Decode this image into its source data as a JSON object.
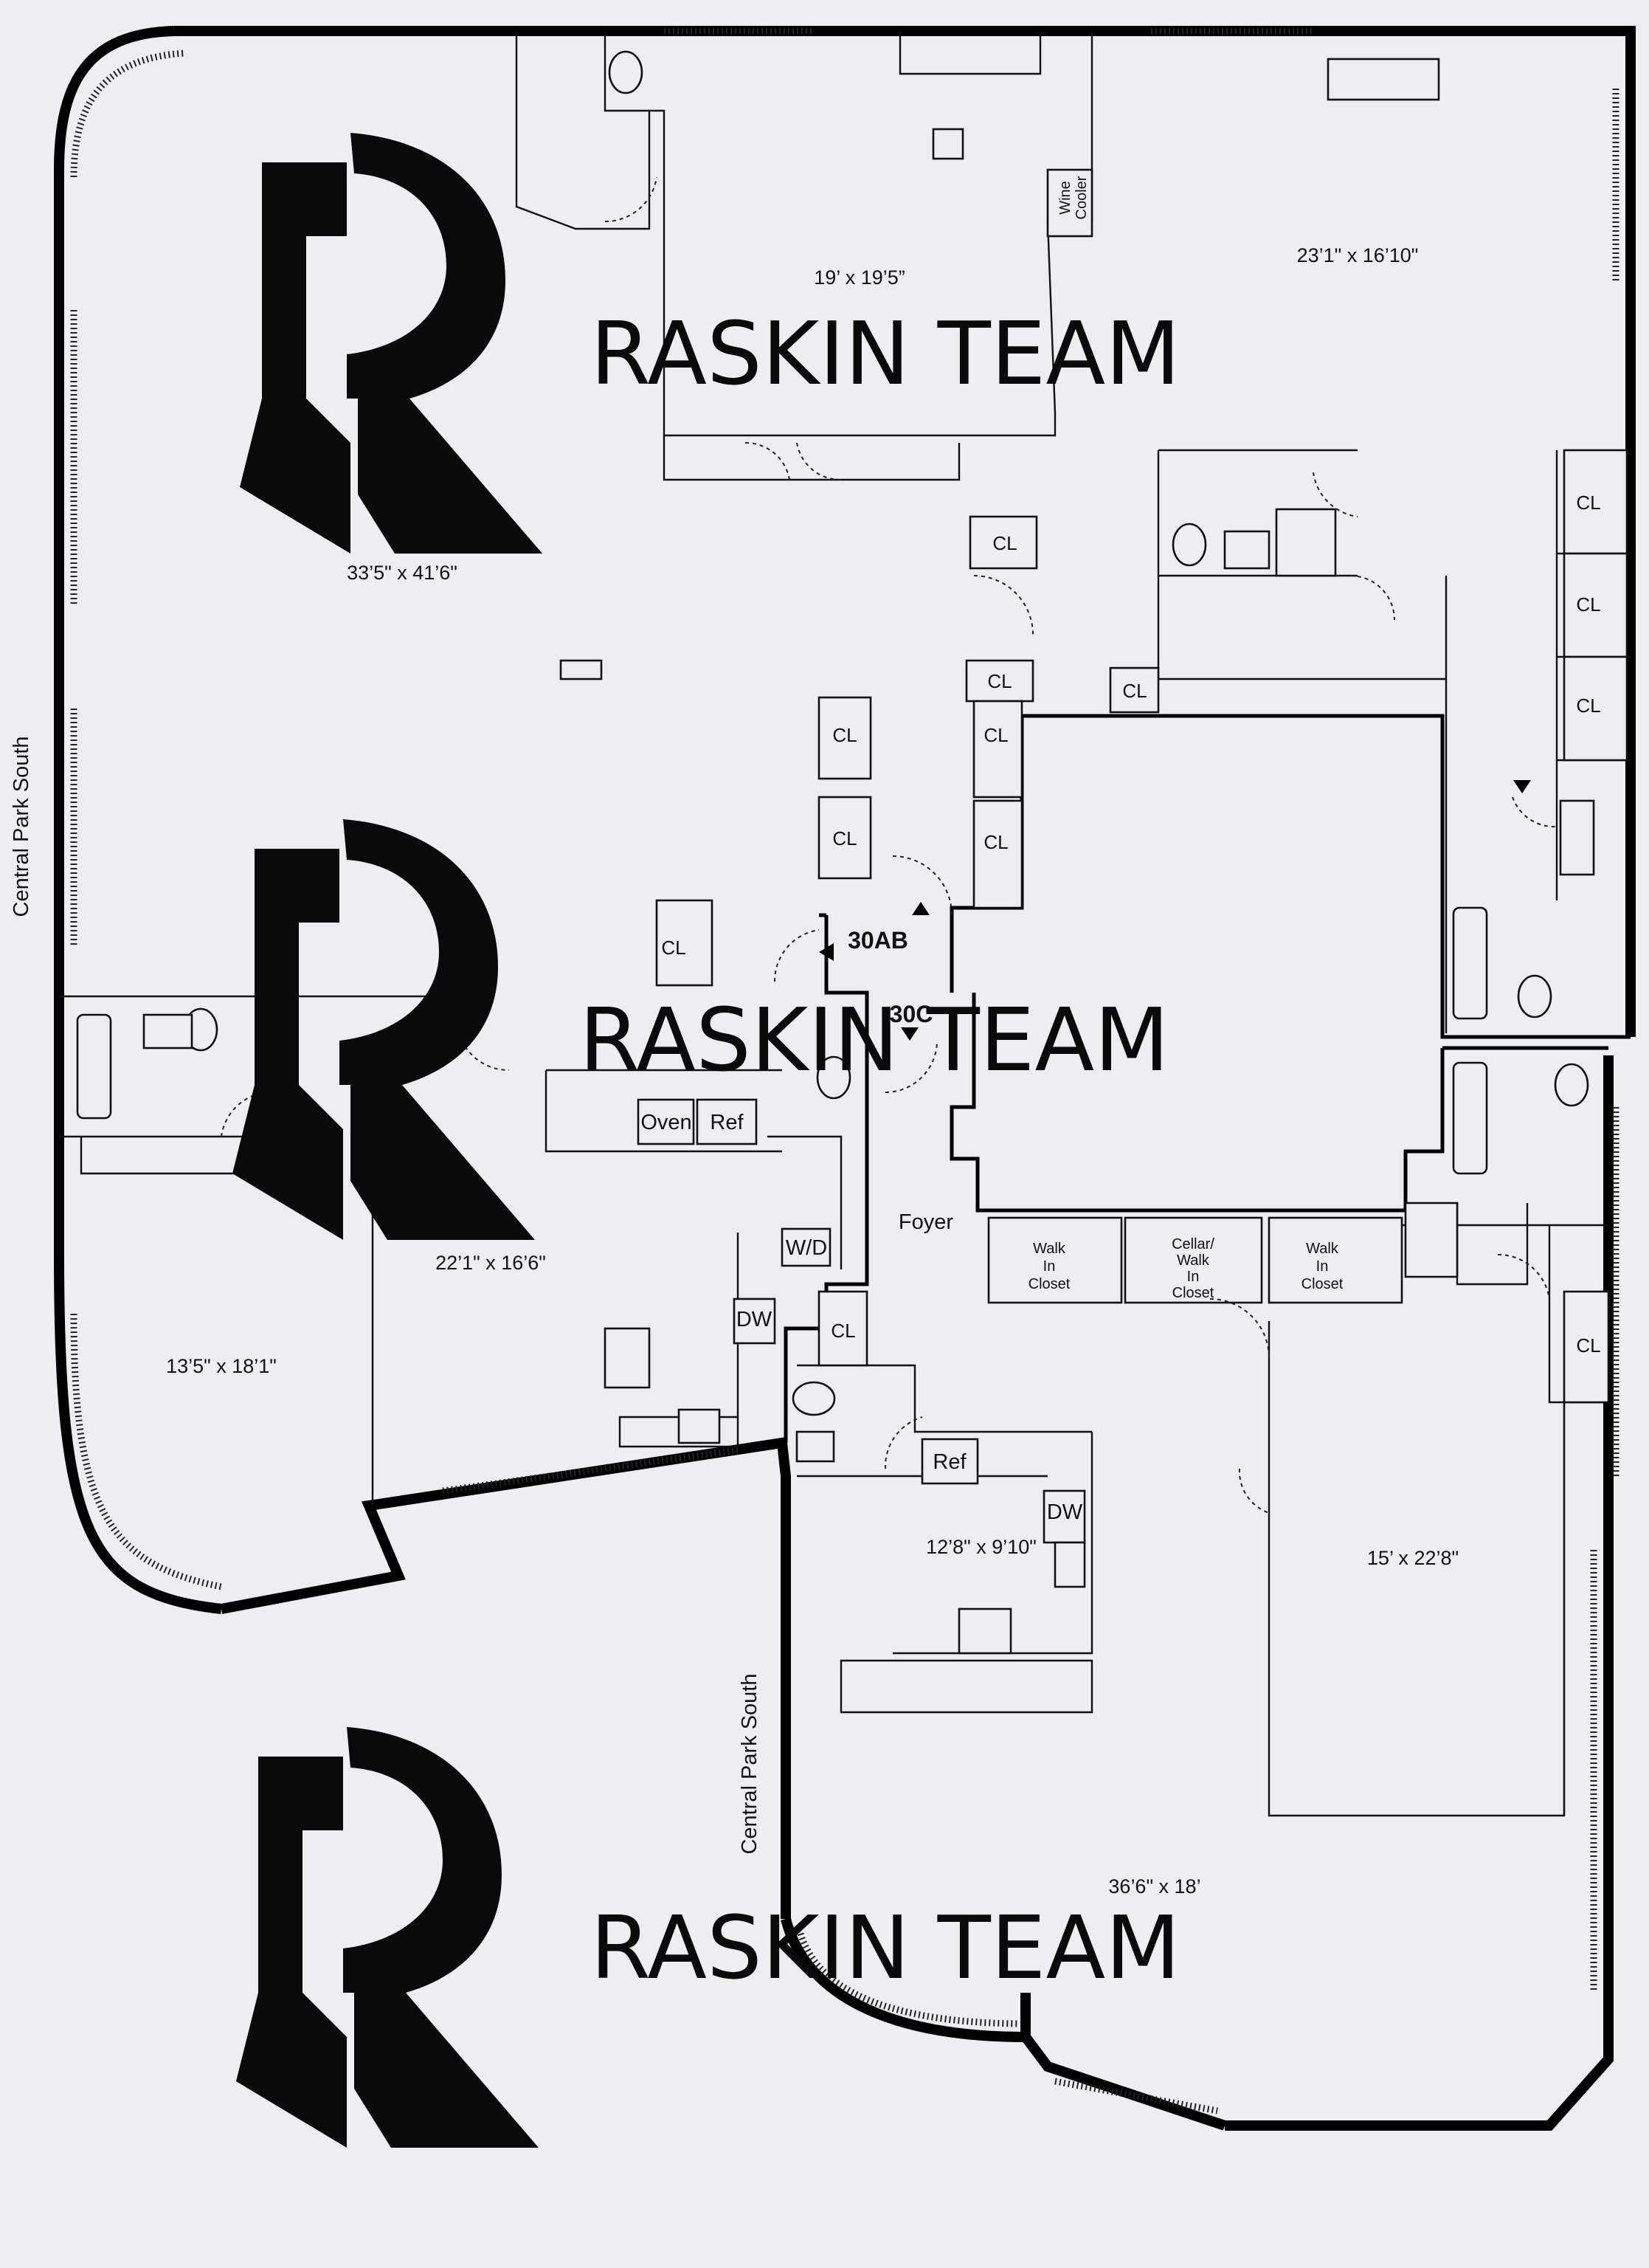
{
  "rooms": {
    "living_large": "33’5\" x 41’6\"",
    "dining": "19’ x 19’5”",
    "bedroom_ne": "23’1\" x 16’10\"",
    "bedroom_sw": "13’5\" x 18’1\"",
    "kitchen_west": "22’1\" x 16’6\"",
    "kitchen_east": "12’8\" x 9’10\"",
    "bedroom_se": "15’ x 22’8\"",
    "living_south": "36’6\" x 18’"
  },
  "labels": {
    "closet": "CL",
    "foyer": "Foyer",
    "unit_ab": "30AB",
    "unit_c": "30C",
    "oven": "Oven",
    "ref": "Ref",
    "washer_dryer": "W/D",
    "dishwasher": "DW",
    "wine_cooler": [
      "Wine",
      "Cooler"
    ],
    "walk_in_closet": [
      "Walk",
      "In",
      "Closet"
    ],
    "cellar_closet": [
      "Cellar/",
      "Walk",
      "In",
      "Closet"
    ]
  },
  "streets": {
    "west": "Central Park South",
    "south": "Central Park South"
  },
  "watermark": {
    "brand_text": "RASKIN TEAM",
    "logo_icon": "r-monogram-logo"
  }
}
